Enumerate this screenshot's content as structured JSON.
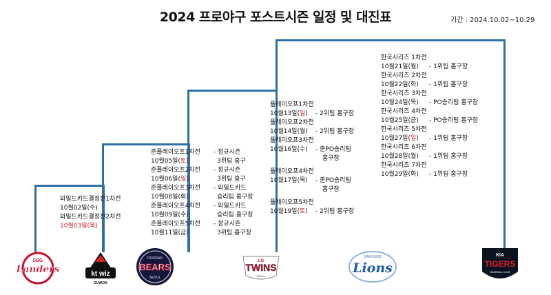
{
  "title": "2024 프로야구 포스트시즌 일정 및 대진표",
  "period": "기간 : 2024.10.02~10.29",
  "colors": {
    "bracket": "#2f6fa8",
    "highlight": "#d6202a"
  },
  "wildcard": {
    "game1_label": "와일드카드결정전1차전",
    "game1_date": "10월02일(수)",
    "game2_label": "와일드카드결정전2차전",
    "game2_date": "10월03일(목)"
  },
  "semi_po": {
    "games": [
      {
        "label": "준플레이오프1차전",
        "note": "- 정규시즌",
        "date": "10월05일(토)",
        "home": "3위팀 홈구"
      },
      {
        "label": "준플레이오프2차전",
        "note": "- 정규시즌",
        "date": "10월06일(일)",
        "home": "3위팀 홈구"
      },
      {
        "label": "준플레이오프3차전",
        "note": "- 와일드카드",
        "date": "10월08일(화)",
        "home": "승리팀 홈구장"
      },
      {
        "label": "준플레이오프4차전",
        "note": "- 와일드카드",
        "date": "10월09일(수)",
        "home": "승리팀 홈구장"
      },
      {
        "label": "준플레이오프5차전",
        "note": "- 정규시즌",
        "date": "10월11일(금)",
        "home": "3위팀 홈구장"
      }
    ]
  },
  "playoff": {
    "games": [
      {
        "label": "플레이오프1차전",
        "date": "10월13일(일)",
        "home": "- 2위팀 홈구장"
      },
      {
        "label": "플레이오프2차전",
        "date": "10월14일(월)",
        "home": "- 2위팀 홈구장"
      },
      {
        "label": "플레이오프3차전",
        "date": "10월16일(수)",
        "home": "- 준PO승리팀",
        "home2": "홈구장"
      },
      {
        "label": "플레이오프4차전",
        "date": "10월17일(목)",
        "home": "- 준PO승리팀",
        "home2": "홈구장"
      },
      {
        "label": "플레이오프5차전",
        "date": "10월19일(토)",
        "home": "- 2위팀 홈구장"
      }
    ]
  },
  "korean_series": {
    "games": [
      {
        "label": "한국시리즈 1차전",
        "date": "10월21일(월)",
        "home": "- 1위팀 홈구장"
      },
      {
        "label": "한국시리즈 2차전",
        "date": "10월22일(화)",
        "home": "- 1위팀 홈구장"
      },
      {
        "label": "한국시리즈 3차전",
        "date": "10월24일(목)",
        "home": "- PO승리팀 홈구장"
      },
      {
        "label": "한국시리즈 4차전",
        "date": "10월25일(금)",
        "home": "- PO승리팀 홈구장"
      },
      {
        "label": "한국시리즈 5차전",
        "date": "10월27일(일)",
        "home": "- 1위팀 홈구장"
      },
      {
        "label": "한국시리즈 6차전",
        "date": "10월28일(월)",
        "home": "- 1위팀 홈구장"
      },
      {
        "label": "한국시리즈 7차전",
        "date": "10월29일(화)",
        "home": "- 1위팀 홈구장"
      }
    ]
  },
  "logos": {
    "landers": {
      "top": "SSG",
      "main": "Landers"
    },
    "ktwiz": {
      "main": "kt wiz",
      "sub": "SUWON"
    },
    "bears": {
      "top": "DOOSAN",
      "main": "BEARS",
      "sub": "SEOUL"
    },
    "twins": {
      "top": "LG",
      "main": "TWINS",
      "sub": "SEOUL"
    },
    "lions": {
      "top": "SAMSUNG",
      "main": "Lions"
    },
    "tigers": {
      "top": "KIA",
      "main": "TIGERS",
      "sub": "BASEBALL CLUB"
    }
  }
}
